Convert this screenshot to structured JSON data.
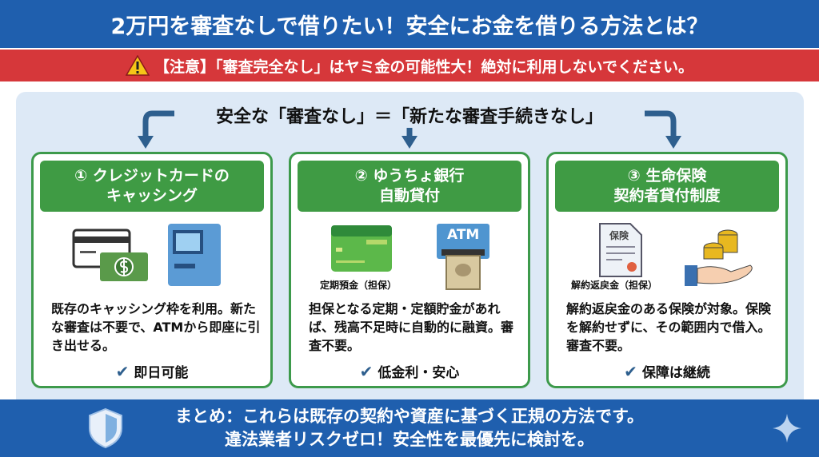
{
  "title": "2万円を審査なしで借りたい！安全にお金を借りる方法とは？",
  "warning": "【注意】「審査完全なし」はヤミ金の可能性大！絶対に利用しないでください。",
  "heading": "安全な「審査なし」＝「新たな審査手続きなし」",
  "cards": [
    {
      "title1": "① クレジットカードの",
      "title2": "キャッシング",
      "desc": "既存のキャッシング枠を利用。新たな審査は不要で、ATMから即座に引き出せる。",
      "check": "即日可能"
    },
    {
      "title1": "② ゆうちょ銀行",
      "title2": "自動貸付",
      "caption": "定期預金（担保）",
      "atm": "ATM",
      "desc": "担保となる定期・定額貯金があれば、残高不足時に自動的に融資。審査不要。",
      "check": "低金利・安心"
    },
    {
      "title1": "③ 生命保険",
      "title2": "契約者貸付制度",
      "caption": "解約返戻金（担保）",
      "doc": "保険",
      "desc": "解約返戻金のある保険が対象。保険を解約せずに、その範囲内で借入。審査不要。",
      "check": "保障は継続"
    }
  ],
  "summary1": "まとめ：これらは既存の契約や資産に基づく正規の方法です。",
  "summary2": "違法業者リスクゼロ！安全性を最優先に検討を。",
  "colors": {
    "blue": "#1f5fae",
    "red": "#d6373a",
    "green": "#3f9b44",
    "panel": "#dde9f6"
  }
}
